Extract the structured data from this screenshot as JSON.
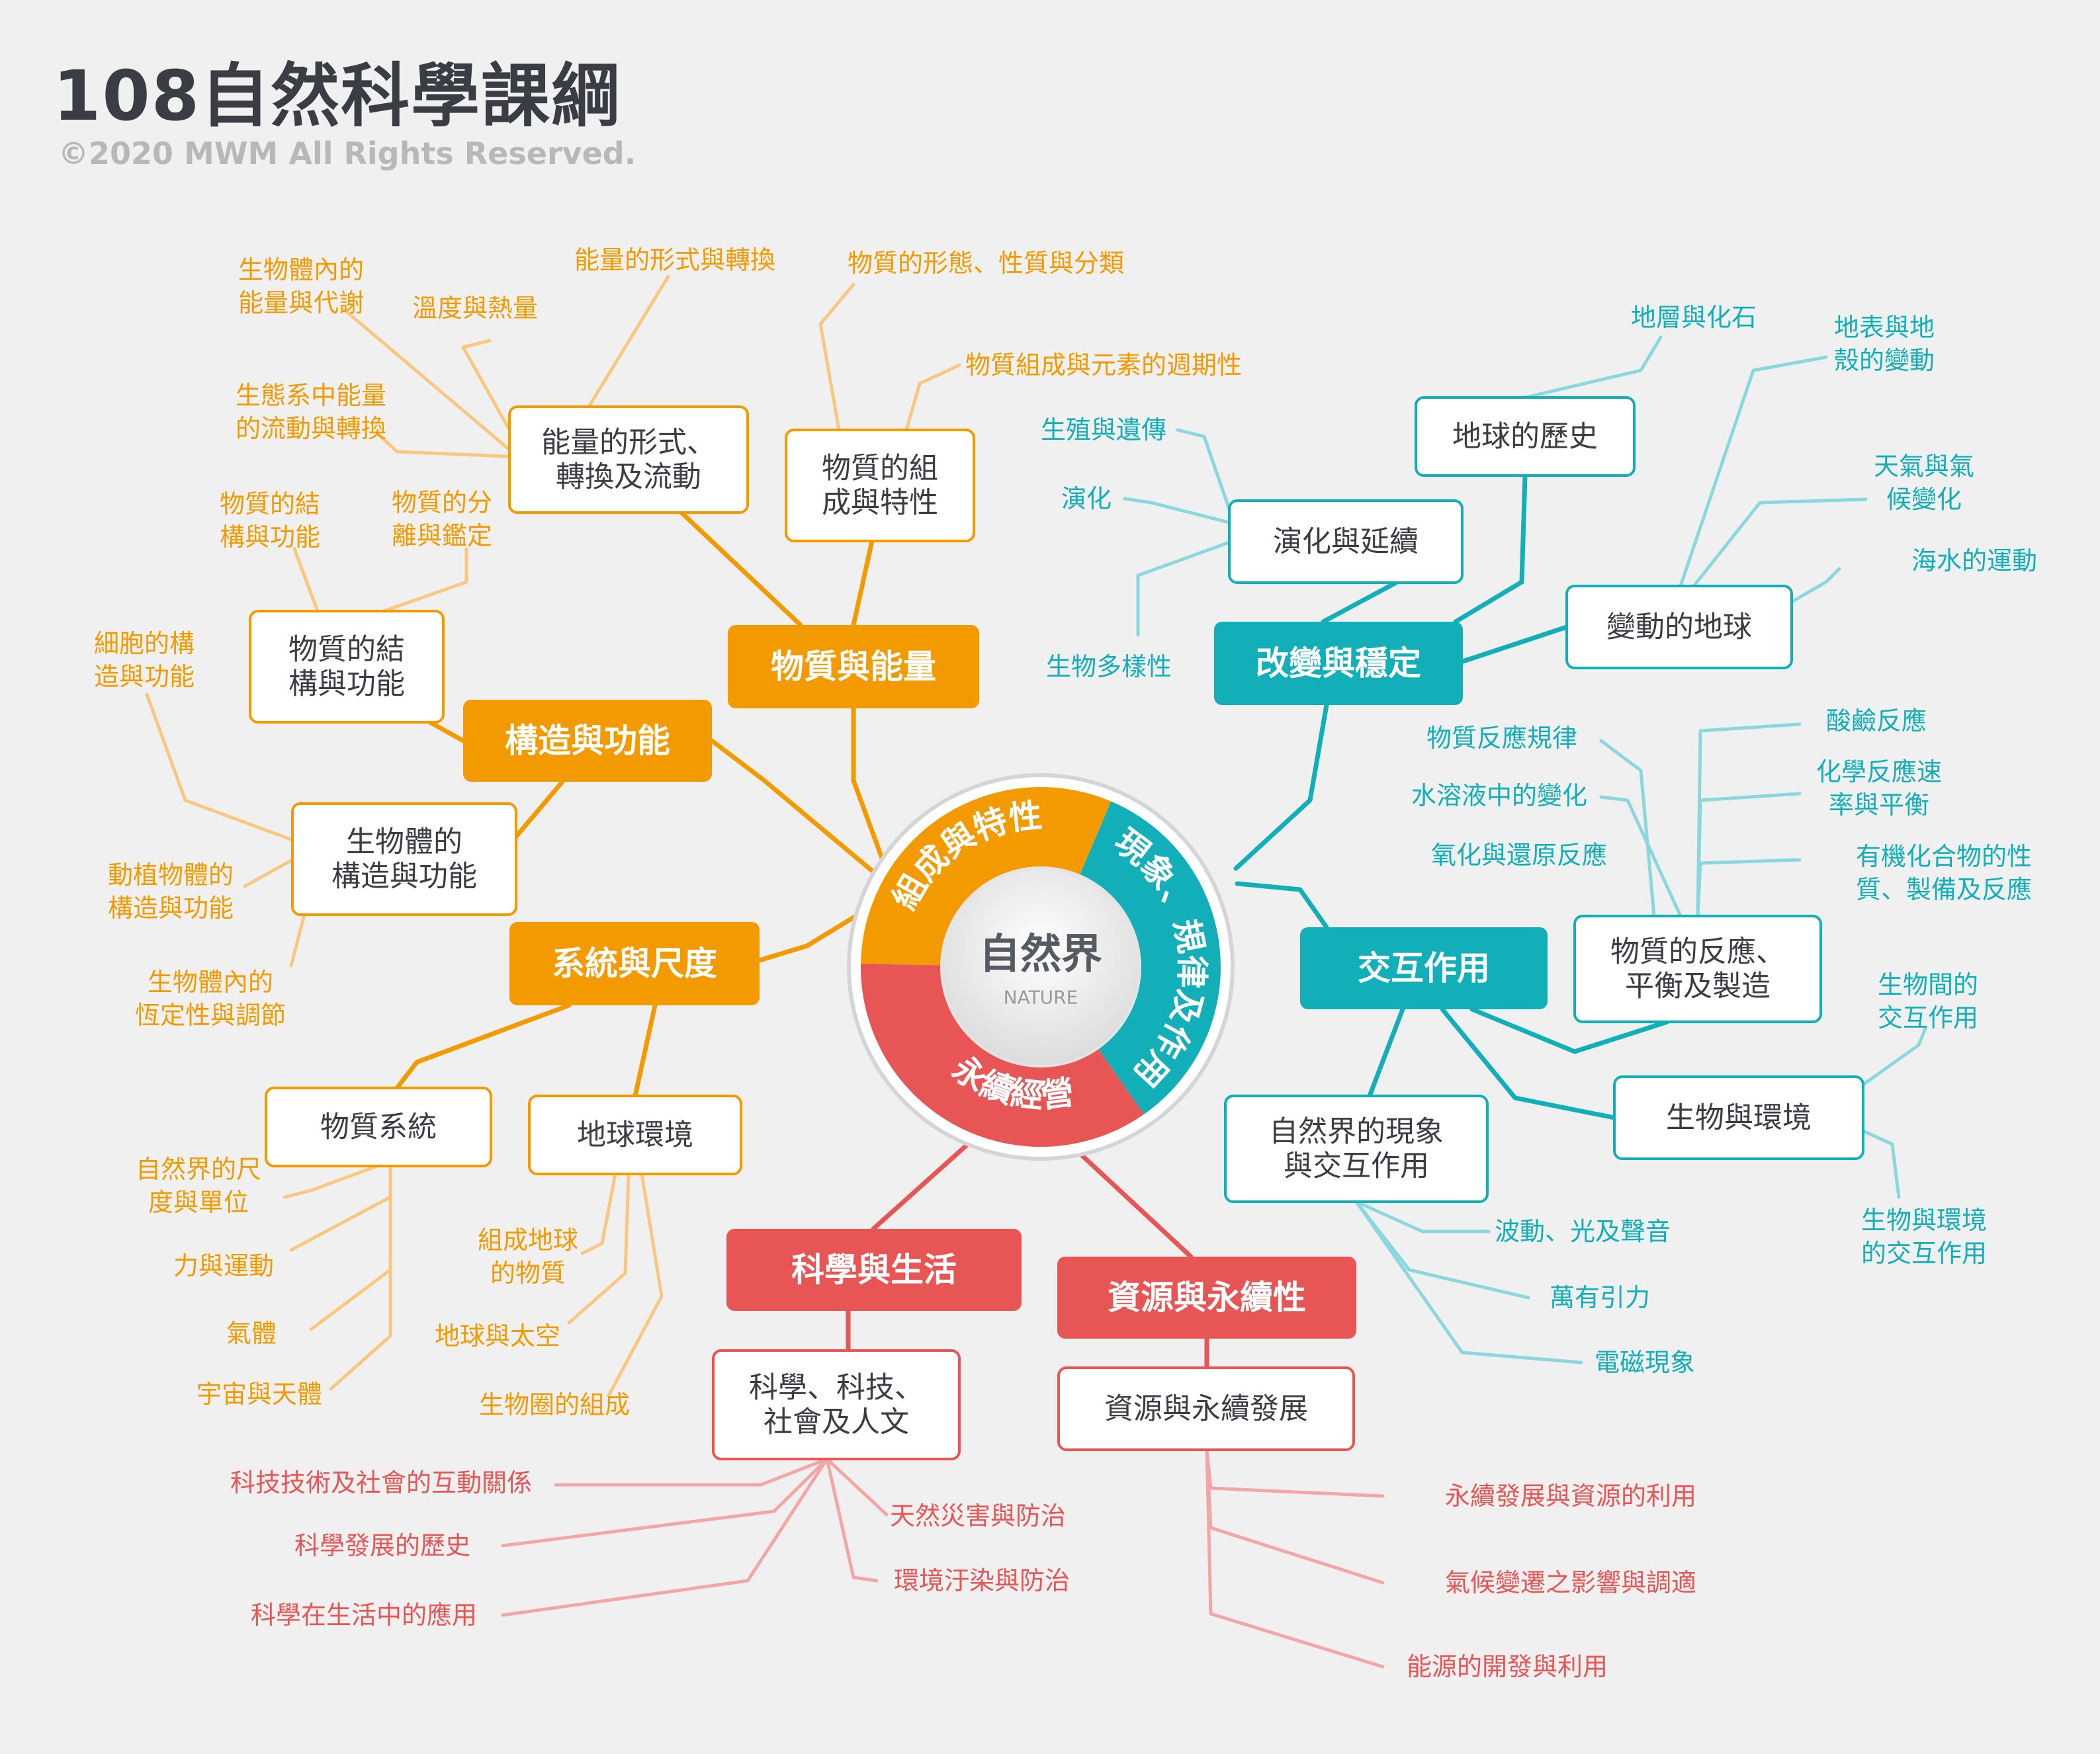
{
  "title": "108自然科學課綱",
  "copyright": "©2020 MWM All Rights Reserved.",
  "colors": {
    "orange": "#f29a00",
    "orange_light": "#f8c880",
    "teal": "#12afb9",
    "teal_light": "#8ad8de",
    "red": "#e85555",
    "red_light": "#f3a6a6",
    "background": "#f0f0f0",
    "title": "#3a3e44"
  },
  "center": {
    "label": "自然界",
    "sub": "NATURE",
    "segments": [
      "組成與特性",
      "現象、規律及作用",
      "永續經營"
    ]
  },
  "nodes": {
    "orange": {
      "main": [
        "物質與能量",
        "構造與功能",
        "系統與尺度"
      ],
      "sub": [
        "能量的形式、\n轉換及流動",
        "物質的組\n成與特性",
        "物質的結\n構與功能",
        "生物體的\n構造與功能",
        "物質系統",
        "地球環境"
      ],
      "leaves": [
        "生物體內的\n能量與代謝",
        "能量的形式與轉換",
        "溫度與熱量",
        "生態系中能量\n的流動與轉換",
        "物質的形態、性質與分類",
        "物質組成與元素的週期性",
        "物質的結\n構與功能",
        "物質的分\n離與鑑定",
        "細胞的構\n造與功能",
        "動植物體的\n構造與功能",
        "生物體內的\n恆定性與調節",
        "自然界的尺\n度與單位",
        "力與運動",
        "氣體",
        "宇宙與天體",
        "組成地球\n的物質",
        "地球與太空",
        "生物圈的組成"
      ]
    },
    "teal": {
      "main": [
        "改變與穩定",
        "交互作用"
      ],
      "sub": [
        "地球的歷史",
        "演化與延續",
        "變動的地球",
        "物質的反應、\n平衡及製造",
        "生物與環境",
        "自然界的現象\n與交互作用"
      ],
      "leaves": [
        "地層與化石",
        "地表與地\n殼的變動",
        "生殖與遺傳",
        "演化",
        "生物多樣性",
        "天氣與氣\n候變化",
        "海水的運動",
        "物質反應規律",
        "水溶液中的變化",
        "氧化與還原反應",
        "酸鹼反應",
        "化學反應速\n率與平衡",
        "有機化合物的性\n質、製備及反應",
        "生物間的\n交互作用",
        "生物與環境\n的交互作用",
        "波動、光及聲音",
        "萬有引力",
        "電磁現象"
      ]
    },
    "red": {
      "main": [
        "科學與生活",
        "資源與永續性"
      ],
      "sub": [
        "科學、科技、\n社會及人文",
        "資源與永續發展"
      ],
      "leaves": [
        "科技技術及社會的互動關係",
        "科學發展的歷史",
        "科學在生活中的應用",
        "天然災害與防治",
        "環境汙染與防治",
        "永續發展與資源的利用",
        "氣候變遷之影響與調適",
        "能源的開發與利用"
      ]
    }
  }
}
